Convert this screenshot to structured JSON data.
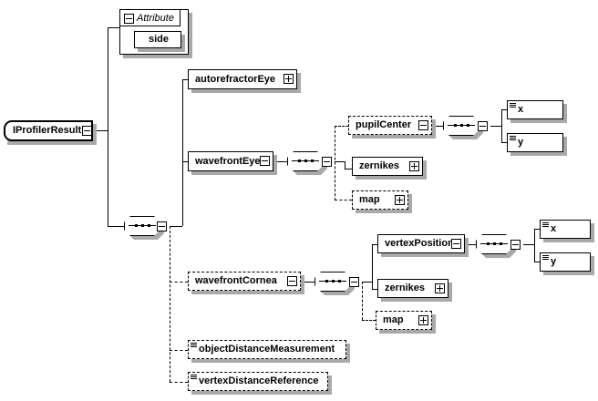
{
  "diagram": {
    "type": "xml-schema-tree",
    "root": {
      "name": "IProfilerResult",
      "toggle": "minus"
    },
    "attribute_group": {
      "title": "Attribute",
      "toggle": "minus",
      "items": [
        {
          "name": "side"
        }
      ]
    },
    "nodes": {
      "autorefractorEye": {
        "label": "autorefractorEye",
        "toggle": "plus",
        "optional": false,
        "simple": false
      },
      "wavefrontEye": {
        "label": "wavefrontEye",
        "toggle": "minus",
        "optional": false,
        "simple": false
      },
      "pupilCenter": {
        "label": "pupilCenter",
        "toggle": "minus",
        "optional": true,
        "simple": false
      },
      "zernikesEye": {
        "label": "zernikes",
        "toggle": "plus",
        "optional": false,
        "simple": false
      },
      "mapEye": {
        "label": "map",
        "toggle": "plus",
        "optional": true,
        "simple": false
      },
      "xEye": {
        "label": "x",
        "toggle": "none",
        "optional": false,
        "simple": true
      },
      "yEye": {
        "label": "y",
        "toggle": "none",
        "optional": false,
        "simple": true
      },
      "wavefrontCornea": {
        "label": "wavefrontCornea",
        "toggle": "minus",
        "optional": true,
        "simple": false
      },
      "vertexPosition": {
        "label": "vertexPosition",
        "toggle": "minus",
        "optional": false,
        "simple": false
      },
      "zernikesCornea": {
        "label": "zernikes",
        "toggle": "plus",
        "optional": false,
        "simple": false
      },
      "mapCornea": {
        "label": "map",
        "toggle": "plus",
        "optional": true,
        "simple": false
      },
      "xCornea": {
        "label": "x",
        "toggle": "none",
        "optional": false,
        "simple": true
      },
      "yCornea": {
        "label": "y",
        "toggle": "none",
        "optional": false,
        "simple": true
      },
      "objectDistanceMeasurement": {
        "label": "objectDistanceMeasurement",
        "toggle": "none",
        "optional": true,
        "simple": true
      },
      "vertexDistanceReference": {
        "label": "vertexDistanceReference",
        "toggle": "none",
        "optional": true,
        "simple": true
      }
    },
    "compositors": [
      {
        "id": "seq-root",
        "kind": "sequence",
        "toggle": "minus"
      },
      {
        "id": "seq-wavefront-eye",
        "kind": "sequence",
        "toggle": "minus"
      },
      {
        "id": "seq-pupil-center",
        "kind": "sequence",
        "toggle": "minus"
      },
      {
        "id": "seq-wavefront-cornea",
        "kind": "sequence",
        "toggle": "minus"
      },
      {
        "id": "seq-vertex-position",
        "kind": "sequence",
        "toggle": "minus"
      }
    ],
    "colors": {
      "background": "#ffffff",
      "stroke": "#000000",
      "shadow": "#a9a9a9",
      "text": "#000000"
    }
  }
}
